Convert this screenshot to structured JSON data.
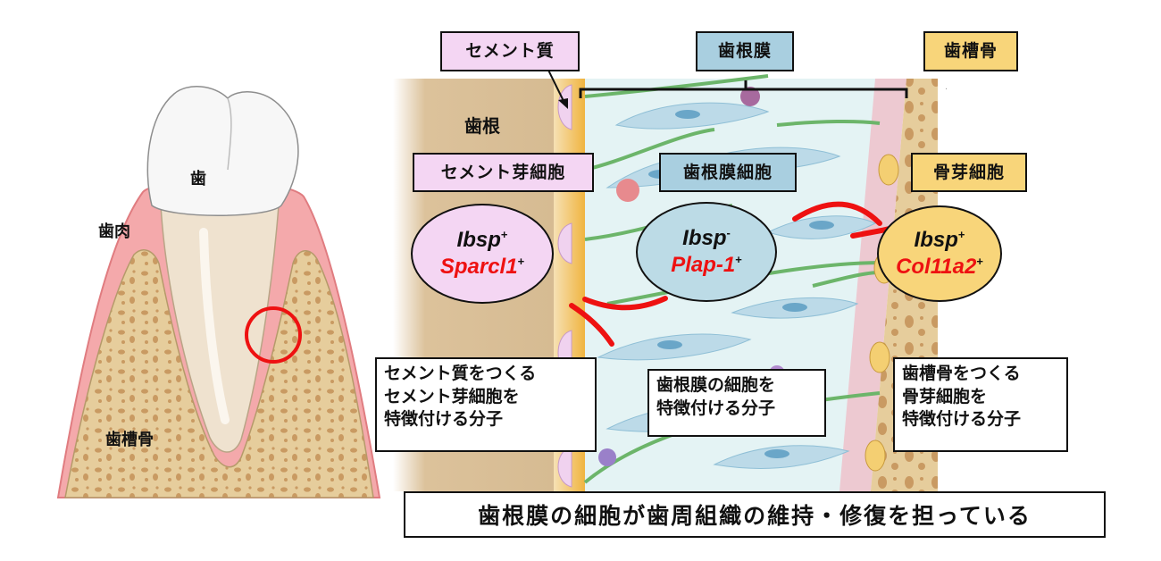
{
  "tooth_illustration": {
    "labels": {
      "tooth": "歯",
      "gingiva": "歯肉",
      "alveolar_bone": "歯槽骨"
    },
    "highlight": "red-circle"
  },
  "tissue_labels": {
    "cementum": "セメント質",
    "periodontal_ligament": "歯根膜",
    "alveolar_bone": "歯槽骨",
    "tooth_root": "歯根"
  },
  "cell_labels": {
    "cementoblast": "セメント芽細胞",
    "pdl_cell": "歯根膜細胞",
    "osteoblast": "骨芽細胞"
  },
  "cells": [
    {
      "marker1": "Ibsp",
      "marker1_sign": "+",
      "marker2": "Sparcl1",
      "marker2_sign": "+",
      "color": "#f4d6f3"
    },
    {
      "marker1": "Ibsp",
      "marker1_sign": "-",
      "marker2": "Plap-1",
      "marker2_sign": "+",
      "color": "#a9cfe0"
    },
    {
      "marker1": "Ibsp",
      "marker1_sign": "+",
      "marker2": "Col11a2",
      "marker2_sign": "+",
      "color": "#f8d57a"
    }
  ],
  "descriptions": {
    "cementoblast": [
      "セメント質をつくる",
      "セメント芽細胞を",
      "特徴付ける分子"
    ],
    "pdl": [
      "歯根膜の細胞を",
      "特徴付ける分子"
    ],
    "osteoblast": [
      "歯槽骨をつくる",
      "骨芽細胞を",
      "特徴付ける分子"
    ]
  },
  "summary": "歯根膜の細胞が歯周組織の維持・修復を担っている",
  "colors": {
    "accent_red": "#ee1111",
    "gingiva": "#f4a9ab",
    "bone": "#e6cd9c",
    "root": "#d9bf98",
    "pdl_bg": "#e4f3f4"
  }
}
